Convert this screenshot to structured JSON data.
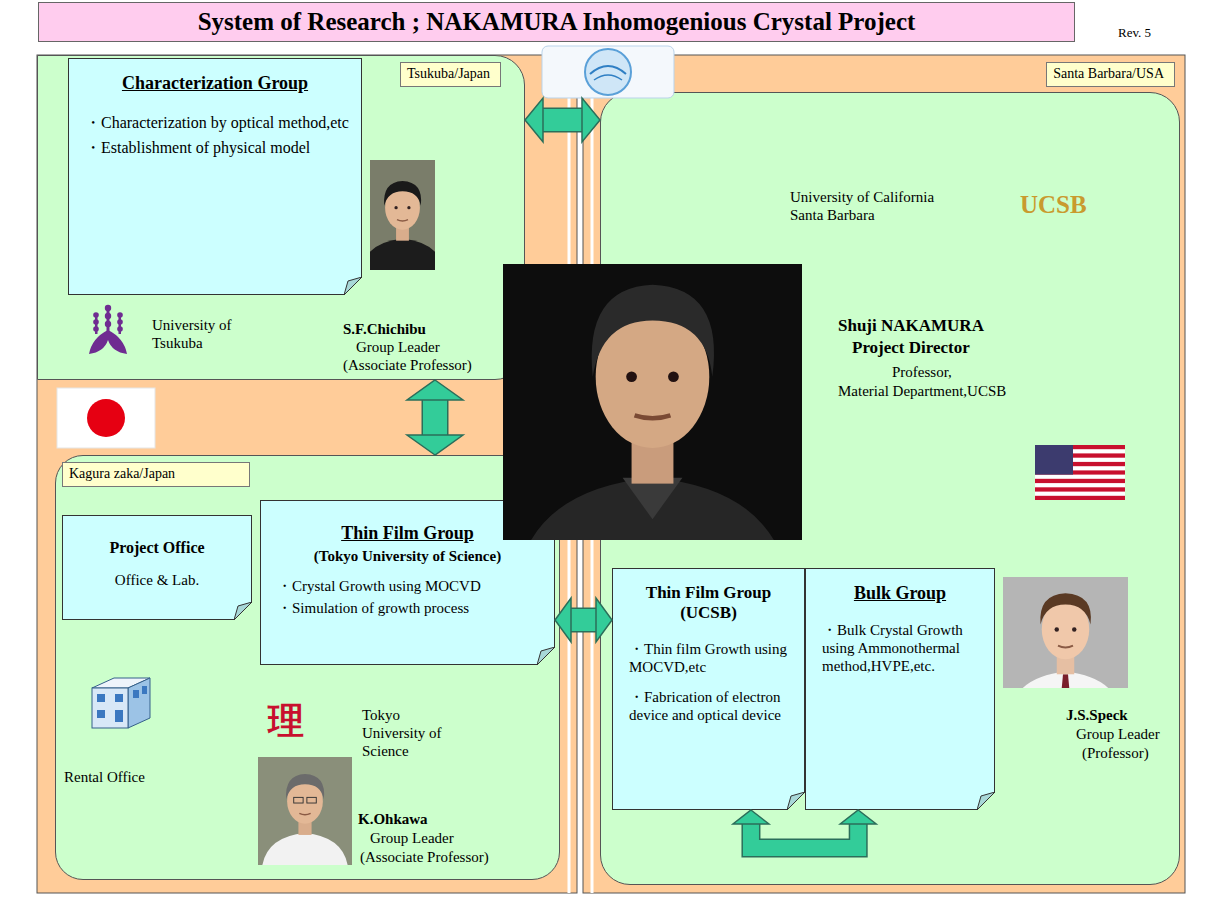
{
  "diagram": {
    "title": "System of Research ; NAKAMURA Inhomogenious Crystal Project",
    "nodes": [
      {
        "text": [
          "University of Tsukuba",
          "S.F.Chichibu",
          "Group Leader",
          "(Associate Professor)"
        ]
      },
      {
        "text": [
          "Tsukuba/Japan"
        ],
        "in": 0
      },
      {
        "text": [
          "Characterization Group",
          "・Characterization by optical method,etc",
          "・Establishment of physical model"
        ],
        "in": 0
      },
      {
        "text": [
          "Rental Office",
          "Tokyo University of Science",
          "K.Ohkawa",
          "Group Leader",
          "(Associate Professor)"
        ]
      },
      {
        "text": [
          "Kagura zaka/Japan"
        ],
        "in": 3
      },
      {
        "text": [
          "Project Office",
          "Office & Lab."
        ],
        "in": 3
      },
      {
        "text": [
          "Thin Film Group",
          "(Tokyo University of Science)",
          "・Crystal Growth using MOCVD",
          "・Simulation of growth process"
        ],
        "in": 3
      },
      {
        "text": [
          "University of California Santa Barbara",
          "Shuji NAKAMURA",
          "Project Director",
          "Professor,",
          "Material Department,UCSB",
          "J.S.Speck",
          "Group Leader",
          "(Professor)"
        ]
      },
      {
        "text": [
          "Santa Barbara/USA"
        ],
        "in": 7
      },
      {
        "text": [
          "Thin Film Group (UCSB)",
          "・Thin film Growth using MOCVD,etc",
          "・Fabrication of electron device and optical device"
        ],
        "in": 7
      },
      {
        "text": [
          "Bulk Group",
          "・Bulk Crystal Growth using Ammonothermal method,HVPE,etc."
        ],
        "in": 7
      }
    ],
    "edges": [
      {
        "from": 0,
        "to": 7,
        "arrow": "both"
      },
      {
        "from": 0,
        "to": 3,
        "arrow": "both"
      },
      {
        "from": 6,
        "to": 9,
        "arrow": "both"
      },
      {
        "from": 9,
        "to": 10,
        "arrow": "both"
      }
    ],
    "labels": [
      "Rev. 5",
      "UCSB",
      "理"
    ]
  }
}
